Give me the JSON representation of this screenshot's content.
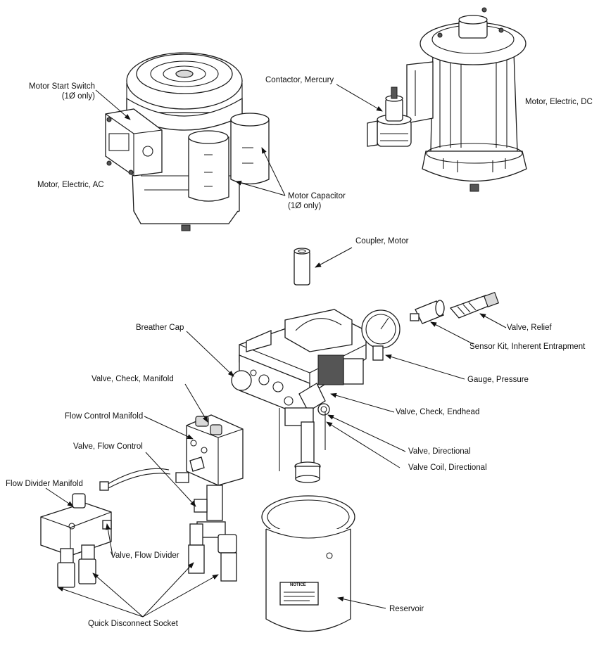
{
  "labels": {
    "motor_start_switch": "Motor Start Switch",
    "motor_start_switch_note": "(1Ø only)",
    "motor_electric_ac": "Motor, Electric, AC",
    "motor_capacitor": "Motor Capacitor",
    "motor_capacitor_note": "(1Ø only)",
    "contactor_mercury": "Contactor, Mercury",
    "motor_electric_dc": "Motor, Electric, DC",
    "coupler_motor": "Coupler, Motor",
    "breather_cap": "Breather Cap",
    "valve_relief": "Valve, Relief",
    "sensor_kit": "Sensor Kit, Inherent Entrapment",
    "gauge_pressure": "Gauge, Pressure",
    "valve_check_manifold": "Valve, Check, Manifold",
    "flow_control_manifold": "Flow Control Manifold",
    "valve_check_endhead": "Valve, Check, Endhead",
    "valve_flow_control": "Valve, Flow Control",
    "valve_directional": "Valve, Directional",
    "valve_coil_directional": "Valve Coil, Directional",
    "flow_divider_manifold": "Flow Divider Manifold",
    "valve_flow_divider": "Valve, Flow Divider",
    "reservoir": "Reservoir",
    "quick_disconnect_socket": "Quick Disconnect Socket"
  },
  "reservoir_notice": {
    "title": "NOTICE"
  }
}
